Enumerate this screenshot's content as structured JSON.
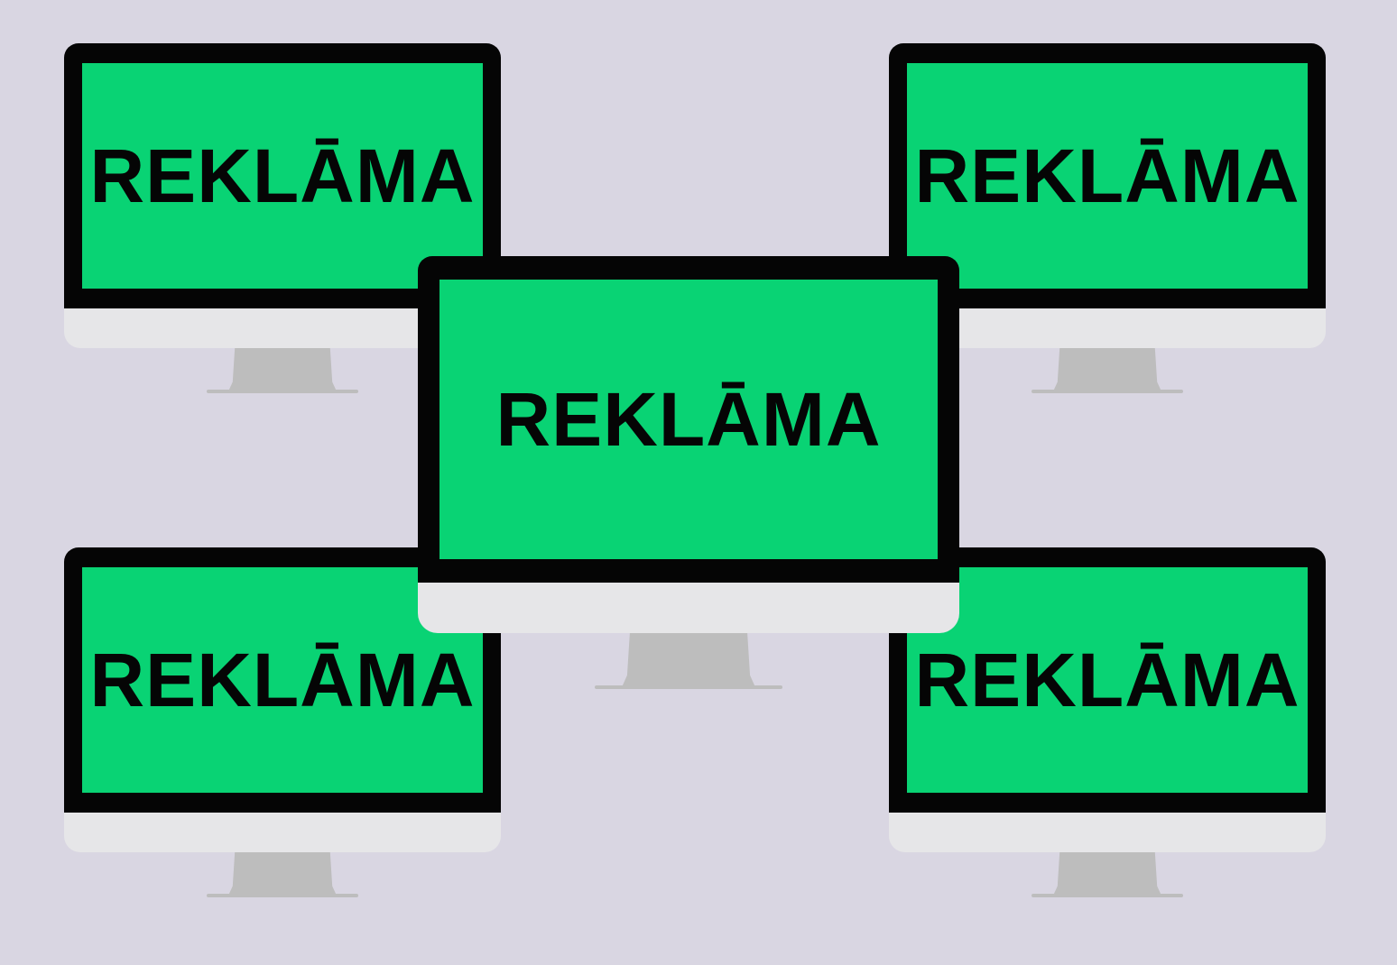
{
  "monitors": [
    {
      "id": "top-left",
      "ad_text": "REKLĀMA"
    },
    {
      "id": "top-right",
      "ad_text": "REKLĀMA"
    },
    {
      "id": "bottom-left",
      "ad_text": "REKLĀMA"
    },
    {
      "id": "bottom-right",
      "ad_text": "REKLĀMA"
    },
    {
      "id": "center",
      "ad_text": "REKLĀMA"
    }
  ],
  "colors": {
    "background": "#d9d6e2",
    "screen": "#09d374",
    "bezel": "#050505",
    "chin": "#e6e6e8",
    "stand": "#bdbdbd"
  }
}
